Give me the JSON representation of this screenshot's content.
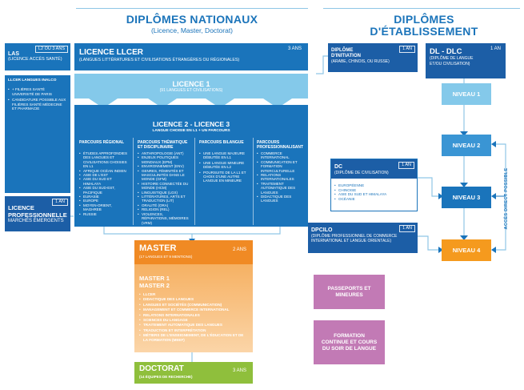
{
  "nat": {
    "title": "DIPLÔMES NATIONAUX",
    "subtitle": "(Licence, Master, Doctorat)"
  },
  "etab": {
    "title1": "DIPLÔMES",
    "title2": "D'ÉTABLISSEMENT"
  },
  "las": {
    "title": "LAS",
    "subtitle": "(LICENCE ACCÈS SANTÉ)",
    "badge": "L2 OU 3 ANS"
  },
  "llcer": {
    "title": "LICENCE LLCER",
    "subtitle": "(LANGUES LITTÉRATURES ET CIVILISATIONS ÉTRANGÈRES OU RÉGIONALES)",
    "badge": "3 ANS"
  },
  "inalco": {
    "title": "LLCER LANGUES INALCO",
    "items": [
      "+ FILIÈRES SANTÉ UNIVERSITÉ DE PARIS",
      "CANDIDATURE POSSIBLE AUX FILIÈRES SANTÉ MÉDECINE ET PHARMACIE"
    ]
  },
  "lpro": {
    "title1": "LICENCE",
    "title2": "PROFESSIONNELLE",
    "subtitle": "MARCHÉS ÉMERGENTS",
    "badge": "1 AN"
  },
  "l1": {
    "title": "LICENCE 1",
    "subtitle": "(91 LANGUES ET CIVILISATIONS)"
  },
  "l23": {
    "title": "LICENCE 2 - LICENCE 3",
    "subtitle": "LANGUE CHOISIE EN L1 + UN PARCOURS"
  },
  "parcours": [
    {
      "title": "PARCOURS RÉGIONAL",
      "items": [
        "ÉTUDES APPROFONDIES DES LANGUES ET CIVILISATIONS CHOISIES EN L1",
        "AFRIQUE OCÉAN INDIEN",
        "ASIE DE L'EST",
        "ASIE DU SUD ET HIMALAYA",
        "ASIE DU SUD-EST, PACIFIQUE",
        "EURASIE",
        "EUROPE",
        "MOYEN-ORIENT, MAGHREB",
        "RUSSIE"
      ]
    },
    {
      "title": "PARCOURS THÉMATIQUE ET DISCIPLINAIRE",
      "items": [
        "ANTHROPOLOGIE (ANT)",
        "ENJEUX POLITIQUES MONDIAUX (EPM)",
        "ENVIRONNEMENT (ENV)",
        "GENRES, FÉMINITÉS ET MASCULINITÉS DANS LE MONDE (GFM)",
        "HISTOIRE CONNECTÉE DU MONDE (HCM)",
        "LINGUISTIQUE (LGX)",
        "LITTÉRATURES, ARTS ET TRADUCTION (LIT)",
        "ORALITÉ (ORA)",
        "RELIGION (REL)",
        "VIOLENCES, RÉPARATIONS, MÉMOIRES (VRM)"
      ]
    },
    {
      "title": "PARCOURS BILANGUE",
      "items": [
        "UNE LANGUE MAJEURE DÉBUTÉE EN L1",
        "UNE LANGUE MINEURE DÉBUTÉE EN L2",
        "POURSUITE DE LA L1 ET CHOIX D'UNE AUTRE LANGUE EN MINEURE"
      ]
    },
    {
      "title": "PARCOURS PROFESSIONNALISANT",
      "items": [
        "COMMERCE INTERNATIONAL",
        "COMMUNICATION ET FORMATION INTERCULTURELLE",
        "RELATIONS INTERNATIONALES",
        "TRAITEMENT AUTOMATIQUE DES LANGUES",
        "DIDACTIQUE DES LANGUES"
      ]
    }
  ],
  "master": {
    "title": "MASTER",
    "subtitle": "(17 LANGUES ET 9 MENTIONS)",
    "badge": "2 ANS",
    "m1": "MASTER 1",
    "m2": "MASTER 2",
    "items": [
      "LLCER",
      "DIDACTIQUE DES LANGUES",
      "LANGUES ET SOCIÉTÉS (COMMUNICATION)",
      "MANAGEMENT ET COMMERCE INTERNATIONAL",
      "RELATIONS INTERNATIONALES",
      "SCIENCES DU LANGAGE",
      "TRAITEMENT AUTOMATIQUE DES LANGUES",
      "TRADUCTION ET INTERPRÉTATION",
      "MÉTIERS DE L'ENSEIGNEMENT, DE L'ÉDUCATION ET DE LA FORMATION (MEEF)"
    ]
  },
  "doctorat": {
    "title": "DOCTORAT",
    "subtitle": "(14 ÉQUIPES DE RECHERCHE)",
    "badge": "3 ANS"
  },
  "initiation": {
    "title1": "DIPLÔME",
    "title2": "D'INITIATION",
    "subtitle": "(ARABE, CHINOIS, OU RUSSE)",
    "badge": "1 AN"
  },
  "dldlc": {
    "title": "DL - DLC",
    "subtitle": "(DIPLÔME DE LANGUE ET/OU CIVILISATION)",
    "badge": "1 AN"
  },
  "dc": {
    "title": "DC",
    "subtitle": "(DIPLÔME DE CIVILISATION)",
    "badge": "1 AN",
    "items": [
      "EUROPÉENNE",
      "CHINOISE",
      "ASIE DU SUD ET HIMALAYA",
      "OCÉANIE"
    ]
  },
  "dpcilo": {
    "title": "DPCILO",
    "subtitle": "(DIPLÔME PROFESSIONNEL DE COMMERCE INTERNATIONAL ET LANGUE ORIENTALE)",
    "badge": "1 AN"
  },
  "niveaux": [
    "NIVEAU 1",
    "NIVEAU 2",
    "NIVEAU 3",
    "NIVEAU 4"
  ],
  "acces": "ACCÈS DIRECT POSSIBLE",
  "passeports": "PASSEPORTS ET MINEURES",
  "formation": "FORMATION CONTINUE ET COURS DU SOIR DE LANGUE",
  "colors": {
    "blue": "#1a74bb",
    "light_blue": "#84c9ea",
    "navy": "#1c5ea6",
    "orange": "#f08a24",
    "green": "#8fbf3c",
    "purple": "#c27ab5",
    "niveau_orange": "#f59a1e"
  }
}
